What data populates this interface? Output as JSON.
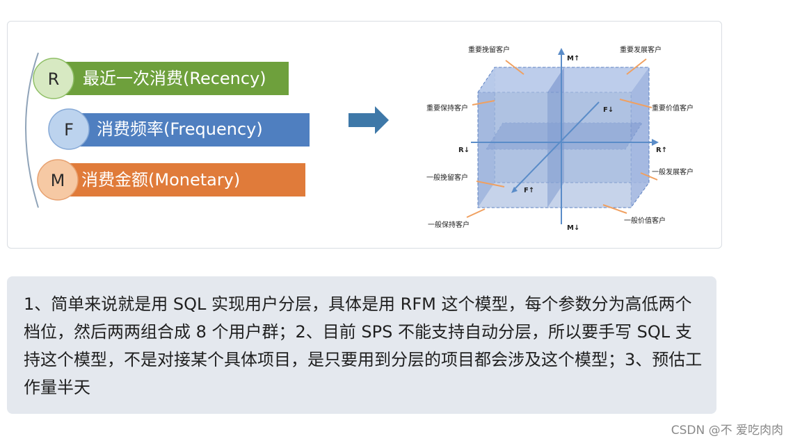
{
  "rfm": {
    "items": [
      {
        "letter": "R",
        "label": "最近一次消费(Recency)",
        "bar_color": "#6ea03c",
        "circle_color": "#d7e9c2"
      },
      {
        "letter": "F",
        "label": "消费频率(Frequency)",
        "bar_color": "#4f7fc0",
        "circle_color": "#bcd3ee"
      },
      {
        "letter": "M",
        "label": "消费金额(Monetary)",
        "bar_color": "#e07b3a",
        "circle_color": "#f6c9a4"
      }
    ]
  },
  "cube": {
    "segments": {
      "important_retain": "重要挽留客户",
      "important_develop": "重要发展客户",
      "important_keep": "重要保持客户",
      "important_value": "重要价值客户",
      "general_retain": "一般挽留客户",
      "general_develop": "一般发展客户",
      "general_keep": "一般保持客户",
      "general_value": "一般价值客户"
    },
    "axes": {
      "m_up": "M↑",
      "m_down": "M↓",
      "r_left": "R↓",
      "r_right": "R↑",
      "f_back": "F↓",
      "f_front": "F↑"
    }
  },
  "note": {
    "text": "1、简单来说就是用 SQL 实现用户分层，具体是用 RFM 这个模型，每个参数分为高低两个档位，然后两两组合成 8 个用户群；2、目前 SPS 不能支持自动分层，所以要手写 SQL 支持这个模型，不是对接某个具体项目，是只要用到分层的项目都会涉及这个模型；3、预估工作量半天"
  },
  "footer": {
    "text": "CSDN @不 爱吃肉肉"
  },
  "colors": {
    "arrow": "#3e78a8",
    "cube_fill": "#8fa9d6",
    "cube_edge": "#5a7fc0",
    "leader": "#f0a060",
    "axis": "#5a8cc8"
  }
}
